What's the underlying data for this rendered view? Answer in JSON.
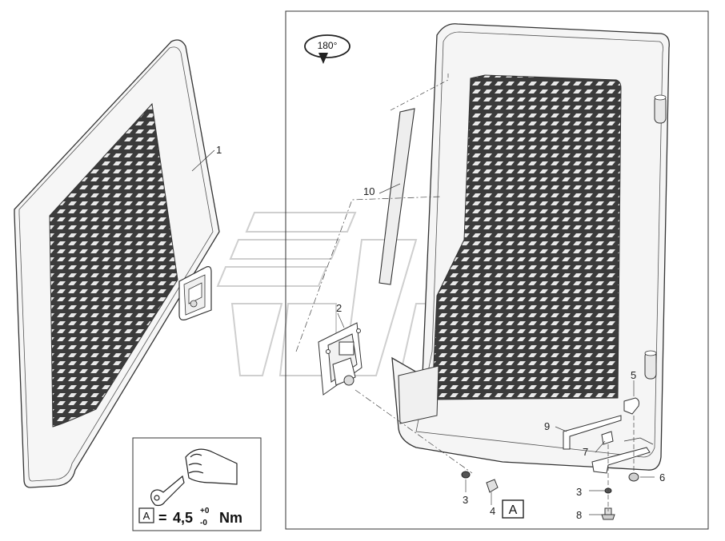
{
  "rotation": {
    "label": "180°"
  },
  "callouts": [
    {
      "id": "1",
      "text": "1"
    },
    {
      "id": "2",
      "text": "2"
    },
    {
      "id": "3a",
      "text": "3"
    },
    {
      "id": "3b",
      "text": "3"
    },
    {
      "id": "4",
      "text": "4"
    },
    {
      "id": "5",
      "text": "5"
    },
    {
      "id": "6",
      "text": "6"
    },
    {
      "id": "7",
      "text": "7"
    },
    {
      "id": "8",
      "text": "8"
    },
    {
      "id": "9",
      "text": "9"
    },
    {
      "id": "10",
      "text": "10"
    }
  ],
  "detail_ref": {
    "letter": "A"
  },
  "torque": {
    "letter": "A",
    "equals": "=",
    "value": "4,5",
    "tol_plus": "+0",
    "tol_minus": "-0",
    "unit": "Nm"
  },
  "colors": {
    "line": "#333333",
    "mesh": "#3a3a3a",
    "panel": "#f4f4f4",
    "watermark": "#cfcfcf"
  }
}
